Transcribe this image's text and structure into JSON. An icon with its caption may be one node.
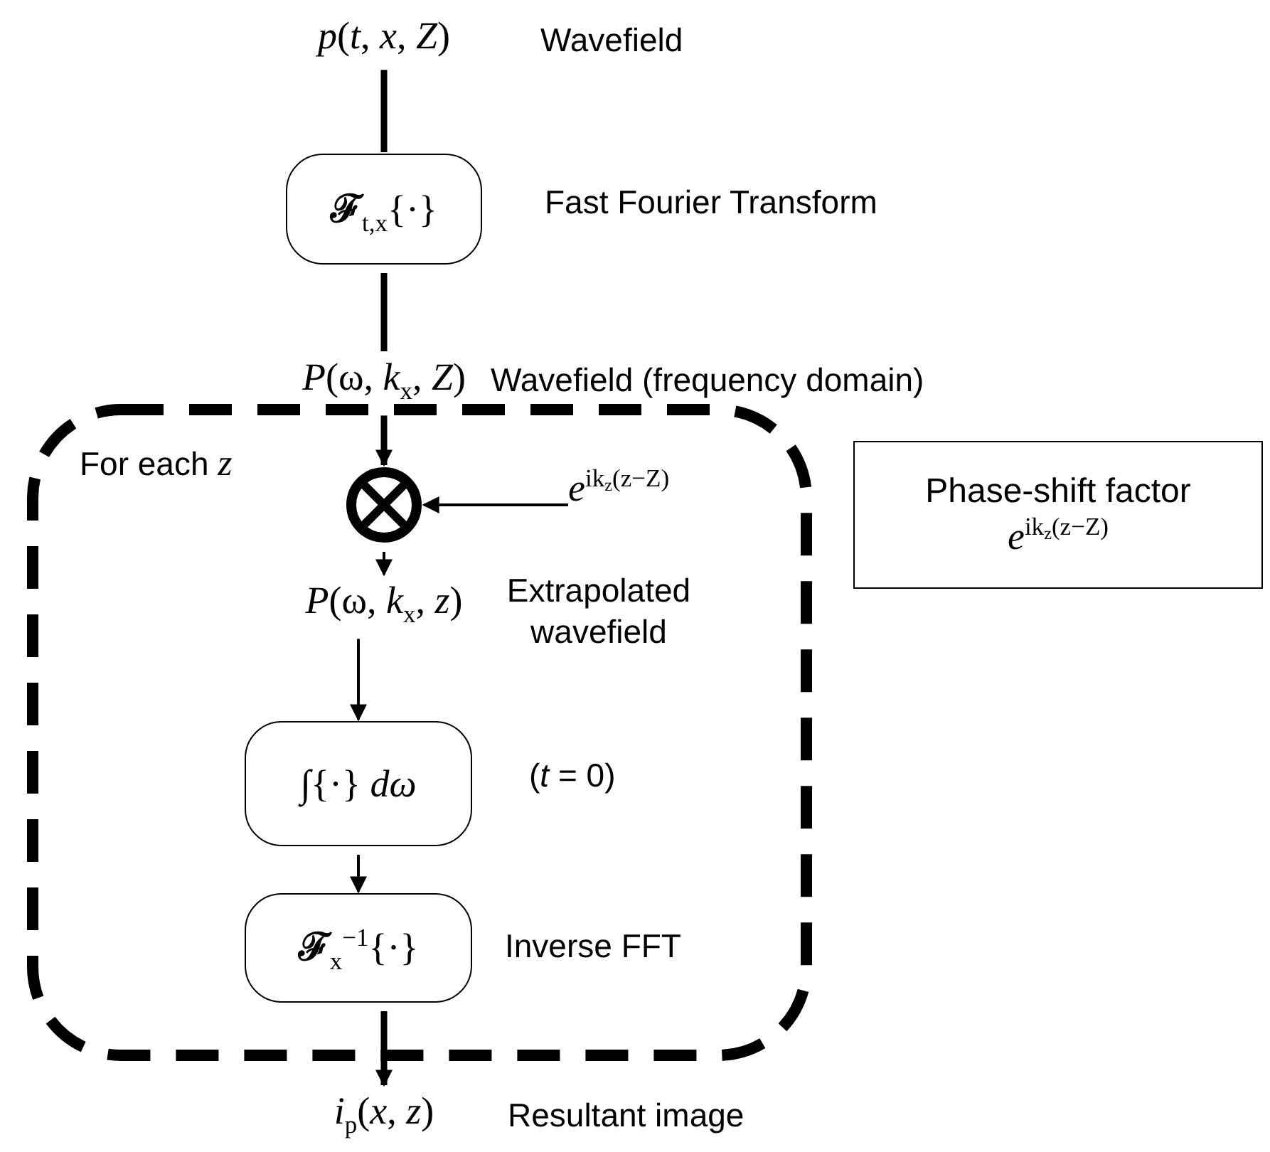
{
  "diagram": {
    "nodes": [
      {
        "text": [
          "*p*(*t*, *x*, *Z*)"
        ],
        "beside": [
          "Wavefield"
        ]
      },
      {
        "text": [
          "**ℱ**$_{t,x}${·}"
        ],
        "beside": [
          "Fast Fourier Transform"
        ]
      },
      {
        "text": [
          "*P*(ω, *k*$_{x}$, *Z*)"
        ],
        "beside": [
          "Wavefield (frequency domain)"
        ]
      },
      {
        "text": [
          "For each *z*"
        ]
      },
      {
        "text": [],
        "shape": "circle",
        "in": 3
      },
      {
        "text": [
          "*e*$^{ik}$$_{z}$$^{(z−Z)}$"
        ],
        "in": 3
      },
      {
        "text": [
          "*P*(ω, *k*$_{x}$, *z*)"
        ],
        "in": 3,
        "beside": [
          "Extrapolated wavefield"
        ]
      },
      {
        "text": [
          "∫{·} *dω*"
        ],
        "in": 3,
        "beside": [
          "(*t* = 0)"
        ]
      },
      {
        "text": [
          "**ℱ**$_{x}$$^{−1}${·}"
        ],
        "in": 3,
        "beside": [
          "Inverse FFT"
        ]
      },
      {
        "text": [
          "*i*$_{p}$(*x*, *z*)"
        ],
        "beside": [
          "Resultant image"
        ]
      },
      {
        "text": [
          "Phase-shift factor",
          "*e*$^{ik}$$_{z}$$^{(z−Z)}$"
        ]
      }
    ],
    "edges": [
      {
        "from": 0,
        "to": 1,
        "arrow": "none",
        "style": "thick"
      },
      {
        "from": 1,
        "to": 2,
        "arrow": "none",
        "style": "thick"
      },
      {
        "from": 2,
        "to": 4,
        "arrow": "to",
        "style": "thick"
      },
      {
        "from": 5,
        "to": 4,
        "arrow": "to"
      },
      {
        "from": 4,
        "to": 6,
        "arrow": "to"
      },
      {
        "from": 6,
        "to": 7,
        "arrow": "to"
      },
      {
        "from": 7,
        "to": 8,
        "arrow": "to"
      },
      {
        "from": 8,
        "to": 9,
        "arrow": "to",
        "style": "thick"
      }
    ]
  }
}
